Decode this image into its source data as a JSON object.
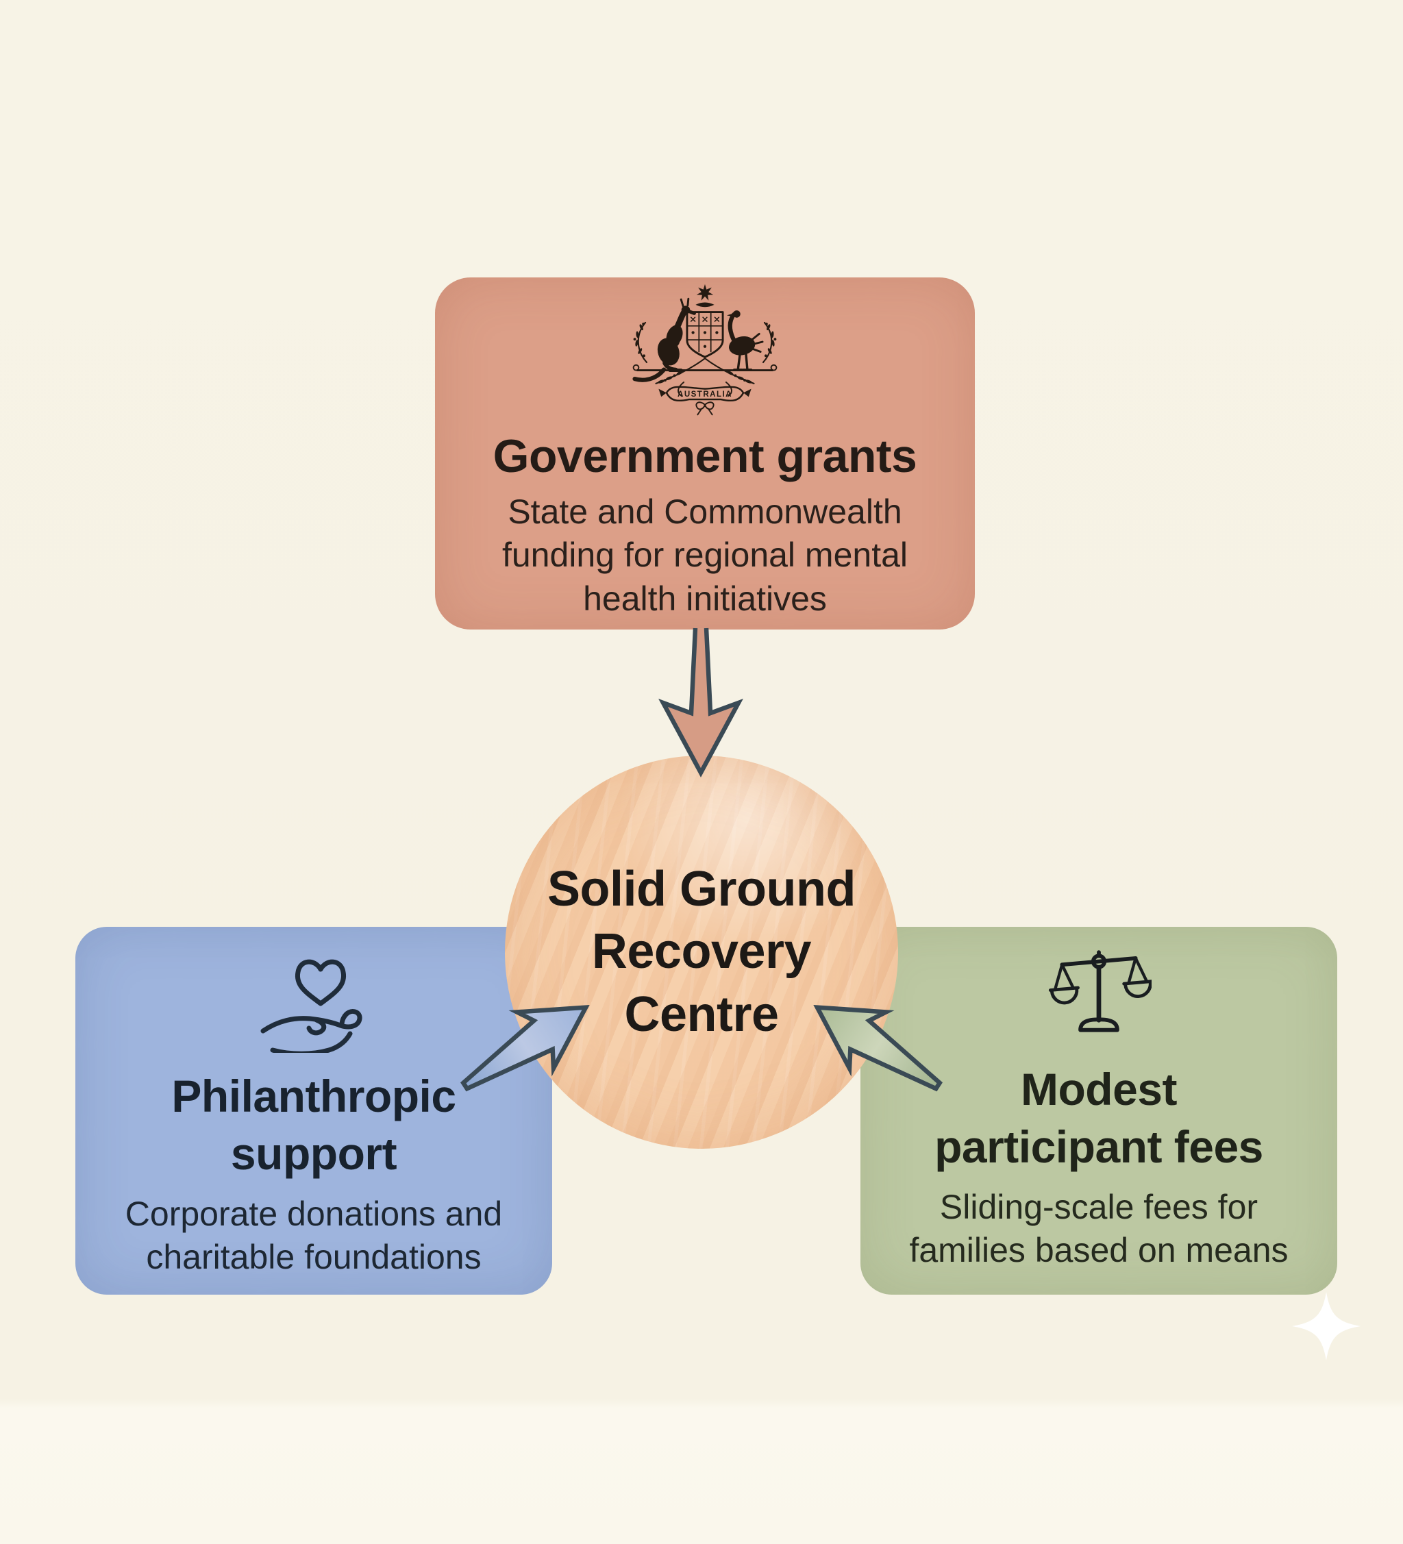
{
  "diagram": {
    "background_color": "#f7f3e6",
    "arrow_outline_color": "#3a4a55",
    "sparkle": {
      "icon": "four-point-sparkle",
      "color": "#ffffff"
    },
    "centre": {
      "title": "Solid Ground Recovery Centre",
      "title_lines": [
        "Solid Ground",
        "Recovery",
        "Centre"
      ],
      "fill_color": "#f5cba5"
    },
    "sources": {
      "government": {
        "title": "Government grants",
        "subtitle_lines": [
          "State and Commonwealth",
          "funding for regional mental",
          "health initiatives"
        ],
        "icon": "australian-coat-of-arms",
        "icon_banner_text": "AUSTRALIA",
        "fill_color": "#dc9f88",
        "arrow_fill_color": "#d69c85"
      },
      "philanthropic": {
        "title_lines": [
          "Philanthropic",
          "support"
        ],
        "subtitle_lines": [
          "Corporate donations and",
          "charitable foundations"
        ],
        "icon": "heart-in-hand",
        "fill_color": "#9eb4dd",
        "arrow_fill_color": "#8fa9d4"
      },
      "fees": {
        "title_lines": [
          "Modest",
          "participant fees"
        ],
        "subtitle_lines": [
          "Sliding-scale fees for",
          "families based on means"
        ],
        "icon": "scales-of-justice",
        "fill_color": "#bcc8a2",
        "arrow_fill_color": "#a9ba96"
      }
    }
  }
}
